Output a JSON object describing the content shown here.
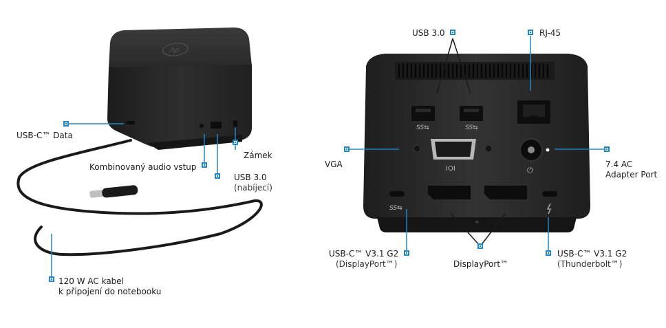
{
  "colors": {
    "callout": "#1e88c8",
    "device": "#2b2b2b",
    "text": "#1b1b1b"
  },
  "left": {
    "usbc_data": "USB-C™ Data",
    "lock": "Zámek",
    "audio": "Kombinovaný audio vstup",
    "usb30": "USB 3.0",
    "usb30_sub": "(nabíjecí)",
    "cable_line1": "120 W AC kabel",
    "cable_line2": "k připojení do notebooku"
  },
  "right": {
    "usb30": "USB 3.0",
    "rj45": "RJ-45",
    "vga": "VGA",
    "adapter_line1": "7.4 AC",
    "adapter_line2": "Adapter Port",
    "usbc_dp_line1": "USB-C™ V3.1 G2",
    "usbc_dp_line2": "(DisplayPort™)",
    "displayport": "DisplayPort™",
    "usbc_tb_line1": "USB-C™ V3.1 G2",
    "usbc_tb_line2": "(Thunderbolt™)"
  },
  "port_glyphs": {
    "ss_usb": "SS⇆",
    "vga": "IOI",
    "power": "⏻"
  }
}
